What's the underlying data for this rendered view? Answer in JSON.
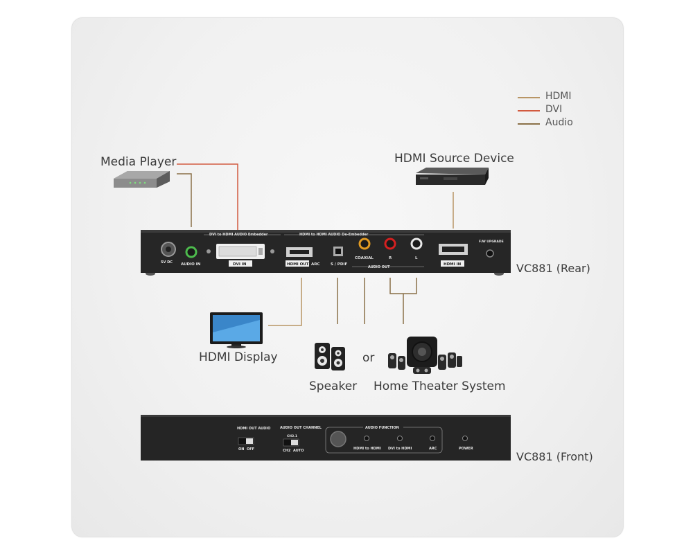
{
  "legend": {
    "items": [
      {
        "label": "HDMI",
        "color": "#b89565"
      },
      {
        "label": "DVI",
        "color": "#d25a3f"
      },
      {
        "label": "Audio",
        "color": "#8a7048"
      }
    ]
  },
  "labels": {
    "media_player": "Media Player",
    "hdmi_source": "HDMI Source Device",
    "rear": "VC881 (Rear)",
    "front": "VC881 (Front)",
    "hdmi_display": "HDMI Display",
    "speaker": "Speaker",
    "or": "or",
    "home_theater": "Home Theater System"
  },
  "rear_panel": {
    "power": "5V DC",
    "audio_in": "AUDIO IN",
    "dvi_in": "DVI IN",
    "dvi_embedder": "DVI to HDMI AUDIO Embedder",
    "hdmi_deembedder": "HDMI to HDMI AUDIO De-Embedder",
    "hdmi_out": "HDMI OUT",
    "arc": "ARC",
    "spdif": "S / PDIF",
    "coaxial": "COAXIAL",
    "r": "R",
    "l": "L",
    "audio_out": "AUDIO OUT",
    "hdmi_in": "HDMI IN",
    "fw_upgrade": "F/W UPGRADE"
  },
  "front_panel": {
    "hdmi_out_audio": "HDMI OUT AUDIO",
    "on": "ON",
    "off": "OFF",
    "audio_out_channel": "AUDIO OUT CHANNEL",
    "ch_value": "CH2.1",
    "ch2": "CH2",
    "auto": "AUTO",
    "audio_function": "AUDIO FUNCTION",
    "hdmi_to_hdmi": "HDMI to HDMI",
    "dvi_to_hdmi": "DVI to HDMI",
    "arc": "ARC",
    "power": "POWER"
  }
}
